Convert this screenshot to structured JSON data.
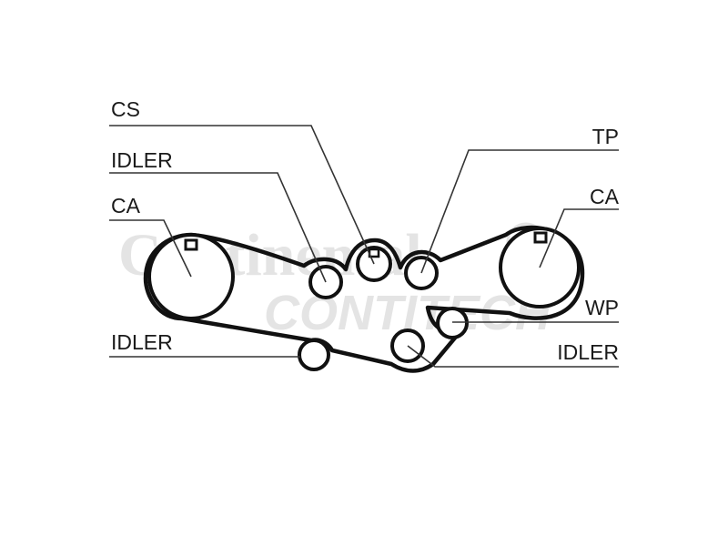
{
  "watermark": {
    "brand": "Continental",
    "subbrand": "CONTITECH"
  },
  "labels": {
    "cs": "CS",
    "idler_upper_left": "IDLER",
    "ca_left": "CA",
    "idler_lower_left": "IDLER",
    "tp": "TP",
    "ca_right": "CA",
    "wp": "WP",
    "idler_lower_right": "IDLER"
  },
  "colors": {
    "line": "#111111",
    "watermark": "#e4e4e4"
  }
}
